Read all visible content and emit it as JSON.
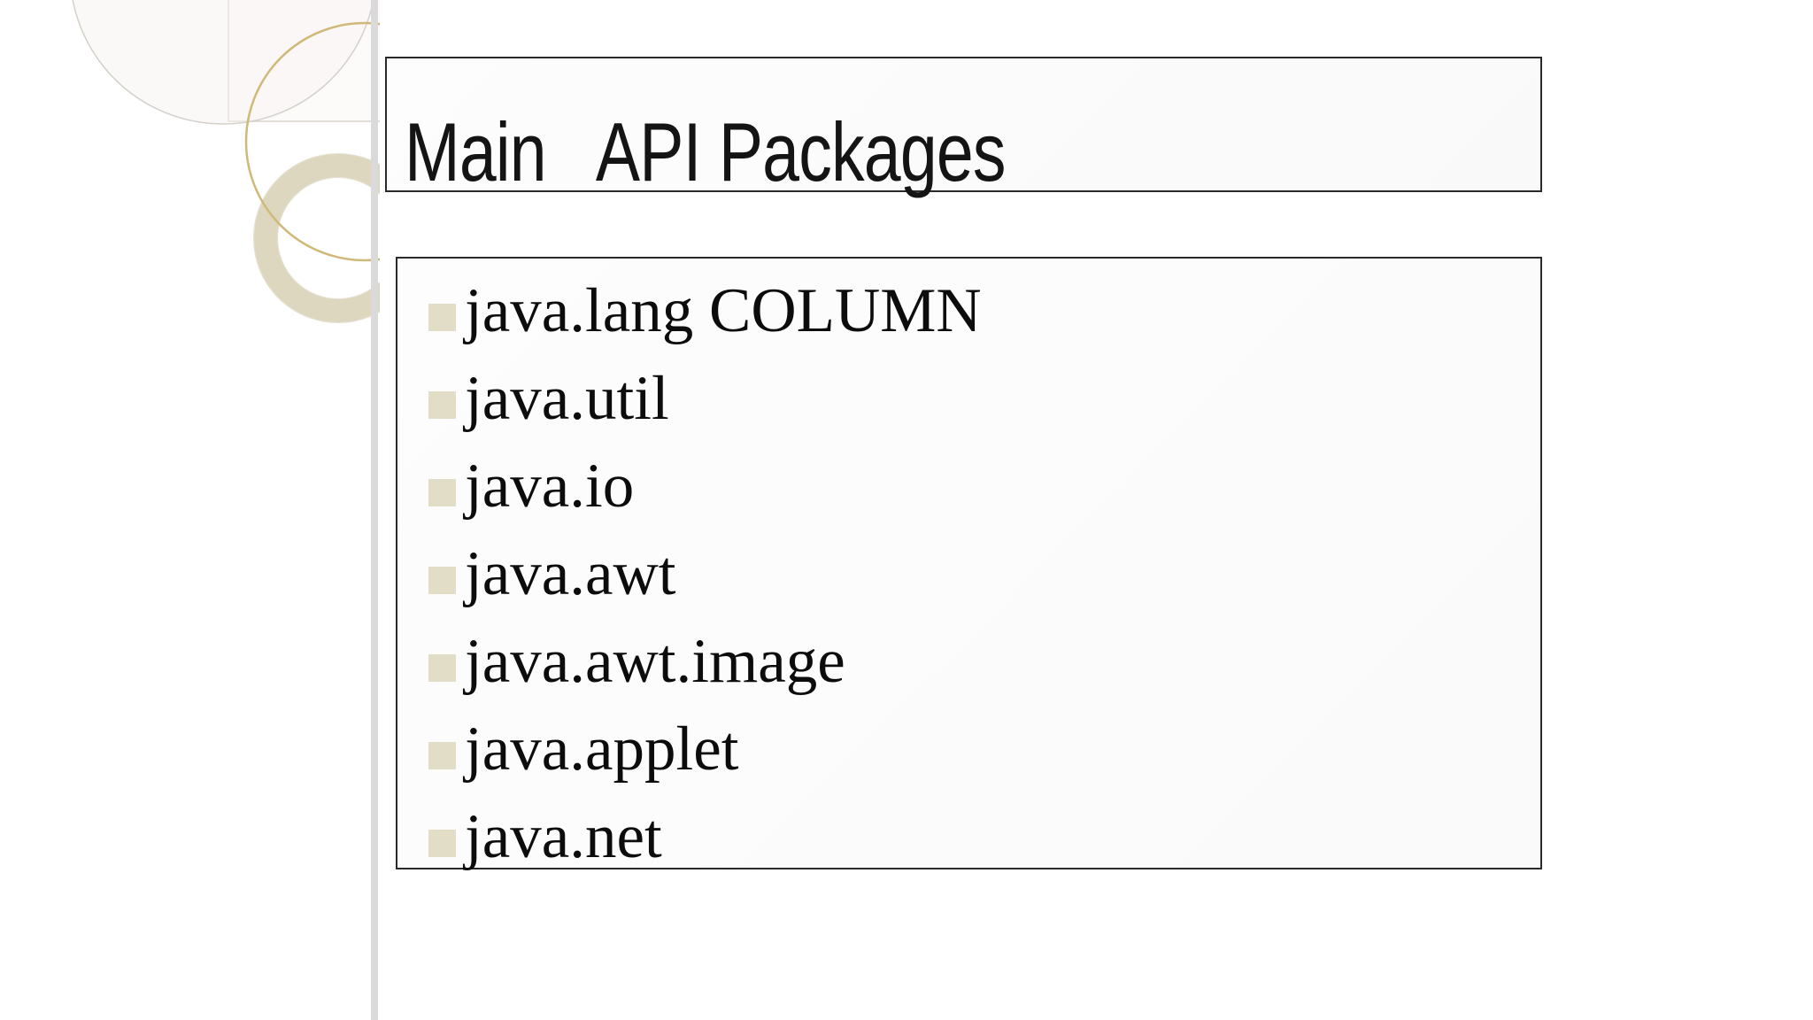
{
  "slide": {
    "title": "Main   API Packages",
    "bullet_items": [
      "java.lang COLUMN",
      "java.util",
      "java.io",
      "java.awt",
      "java.awt.image",
      "java.applet",
      "java.net"
    ]
  },
  "colors": {
    "bullet_square": "#e1ddc7",
    "ring_decoration": "#ddd7bf",
    "gold_circle": "#cfb878",
    "side_bar": "#dadada",
    "box_border": "#2a2a2a",
    "text": "#0c0c0c"
  }
}
